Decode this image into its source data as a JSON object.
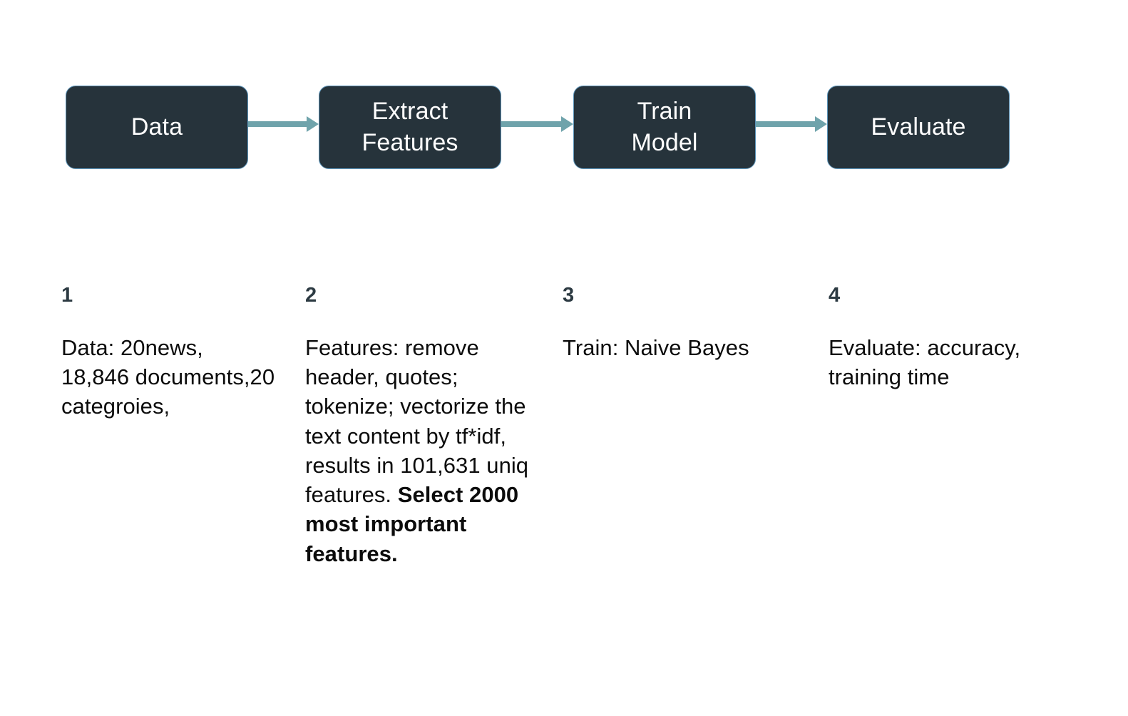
{
  "colors": {
    "node_fill": "#26333b",
    "node_border": "#5b93b8",
    "node_text": "#ffffff",
    "arrow": "#6fa3ab",
    "number_text": "#2c3a42",
    "body_text": "#0c0c0c",
    "background": "#ffffff"
  },
  "flow": {
    "nodes": [
      {
        "id": "data",
        "label": "Data"
      },
      {
        "id": "extract-features",
        "label": "Extract\nFeatures"
      },
      {
        "id": "train-model",
        "label": "Train\nModel"
      },
      {
        "id": "evaluate",
        "label": "Evaluate"
      }
    ],
    "arrows": [
      {
        "from": "Data",
        "to": "Extract Features"
      },
      {
        "from": "Extract Features",
        "to": "Train Model"
      },
      {
        "from": "Train Model",
        "to": "Evaluate"
      }
    ]
  },
  "steps": [
    {
      "number": "1",
      "text": "Data: 20news, 18,846 documents,20 categroies,",
      "text_plain": "Data: 20news, 18,846 documents,20 categroies,",
      "bold_part": ""
    },
    {
      "number": "2",
      "text_plain": "Features: remove header, quotes; tokenize; vectorize the text content by tf*idf, results in 101,631 uniq features. Select 2000 most important features.",
      "text": "Features: remove header, quotes; tokenize; vectorize the text content by tf*idf, results in 101,631 uniq features. ",
      "bold_part": "Select 2000 most important features."
    },
    {
      "number": "3",
      "text": "Train: Naive Bayes",
      "text_plain": "Train: Naive Bayes",
      "bold_part": ""
    },
    {
      "number": "4",
      "text": "Evaluate: accuracy, training time",
      "text_plain": "Evaluate: accuracy, training time",
      "bold_part": ""
    }
  ]
}
